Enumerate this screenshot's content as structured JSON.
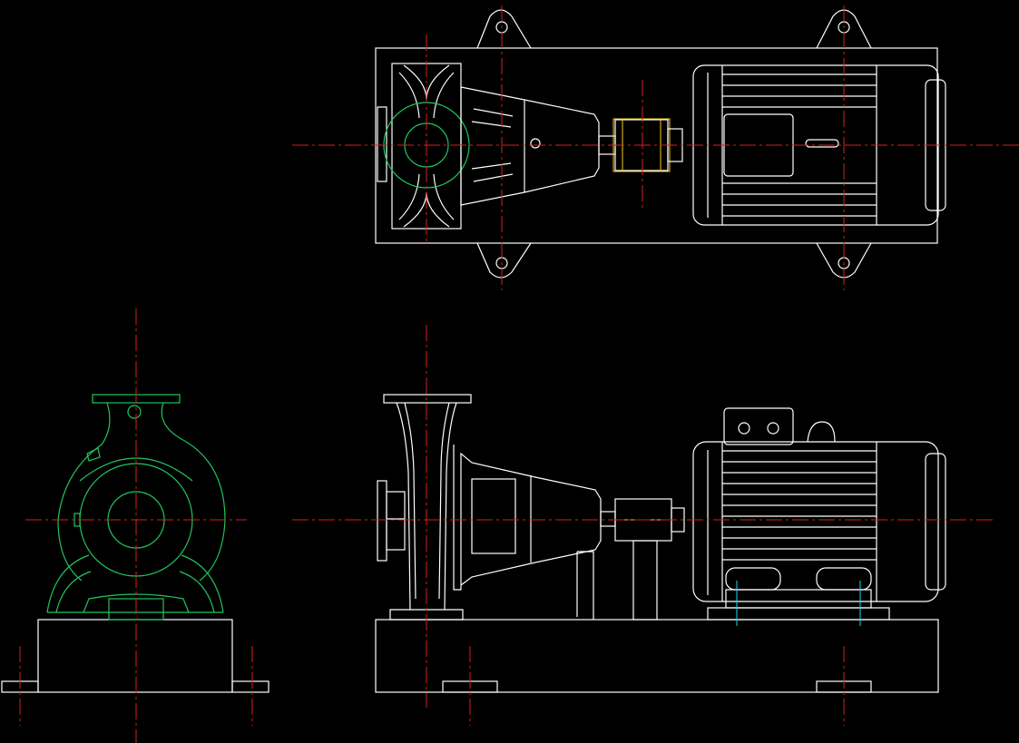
{
  "drawing": {
    "background": "#000000",
    "colors": {
      "outline": "#ffffff",
      "pump_casing": "#22c55e",
      "centerline": "#d62020",
      "bolt_lines": "#22d3ee",
      "coupling_detail": "#facc15"
    },
    "views": [
      "top-view",
      "front-view",
      "side-view"
    ]
  }
}
